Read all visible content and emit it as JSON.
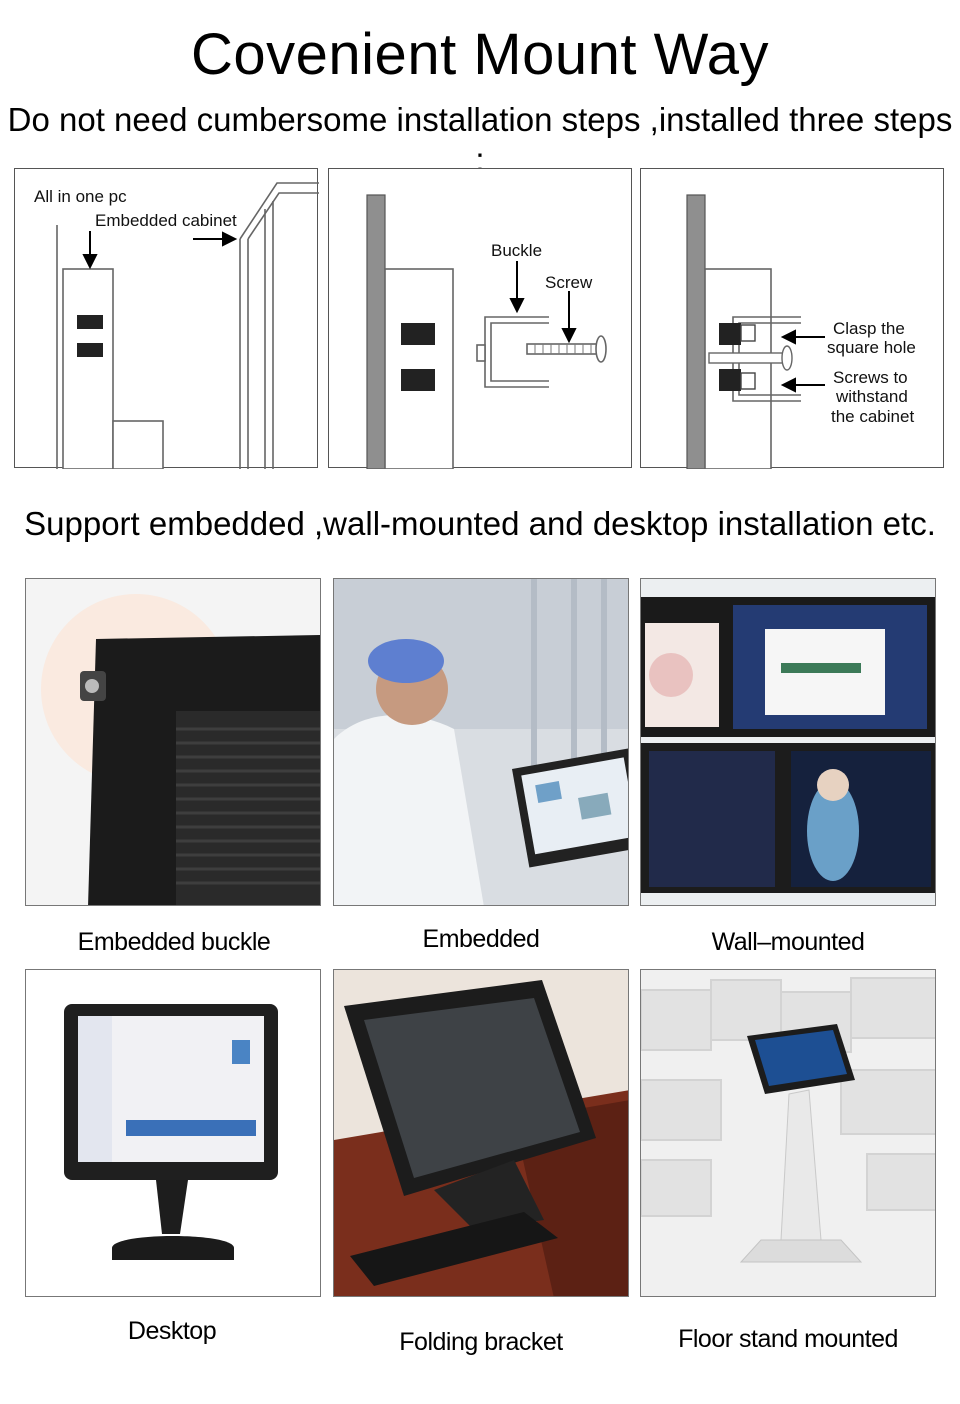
{
  "header": {
    "title": "Covenient Mount Way",
    "subtitle": "Do not need cumbersome installation steps ,installed three steps :"
  },
  "steps": [
    {
      "labels": {
        "pc": "All in one pc",
        "cabinet": "Embedded cabinet"
      }
    },
    {
      "labels": {
        "buckle": "Buckle",
        "screw": "Screw"
      }
    },
    {
      "labels": {
        "clasp_1": "Clasp the",
        "clasp_2": "square hole",
        "screws_1": "Screws to",
        "screws_2": "withstand",
        "screws_3": "the cabinet"
      }
    }
  ],
  "support_text": "Support embedded ,wall-mounted and desktop installation etc.",
  "gallery": [
    {
      "caption": "Embedded buckle"
    },
    {
      "caption": "Embedded"
    },
    {
      "caption": "Wall–mounted"
    },
    {
      "caption": "Desktop"
    },
    {
      "caption": "Folding bracket"
    },
    {
      "caption": "Floor stand mounted"
    }
  ],
  "colors": {
    "line": "#555555",
    "dark_panel": "#1c1c1c",
    "screen_blue": "#2a5fa8"
  }
}
